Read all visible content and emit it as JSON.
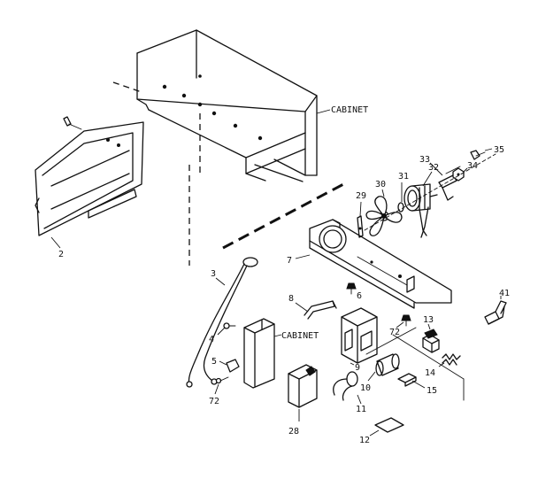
{
  "labels": {
    "cabinet_top": "CABINET",
    "cabinet_mid": "CABINET",
    "p2": "2",
    "p3": "3",
    "p4": "4",
    "p5": "5",
    "p6": "6",
    "p7": "7",
    "p8": "8",
    "p9": "9",
    "p10": "10",
    "p11": "11",
    "p12": "12",
    "p13": "13",
    "p14": "14",
    "p15": "15",
    "p28": "28",
    "p29": "29",
    "p30": "30",
    "p31": "31",
    "p32": "32",
    "p33": "33",
    "p34": "34",
    "p35": "35",
    "p41": "41",
    "p72a": "72",
    "p72b": "72"
  }
}
